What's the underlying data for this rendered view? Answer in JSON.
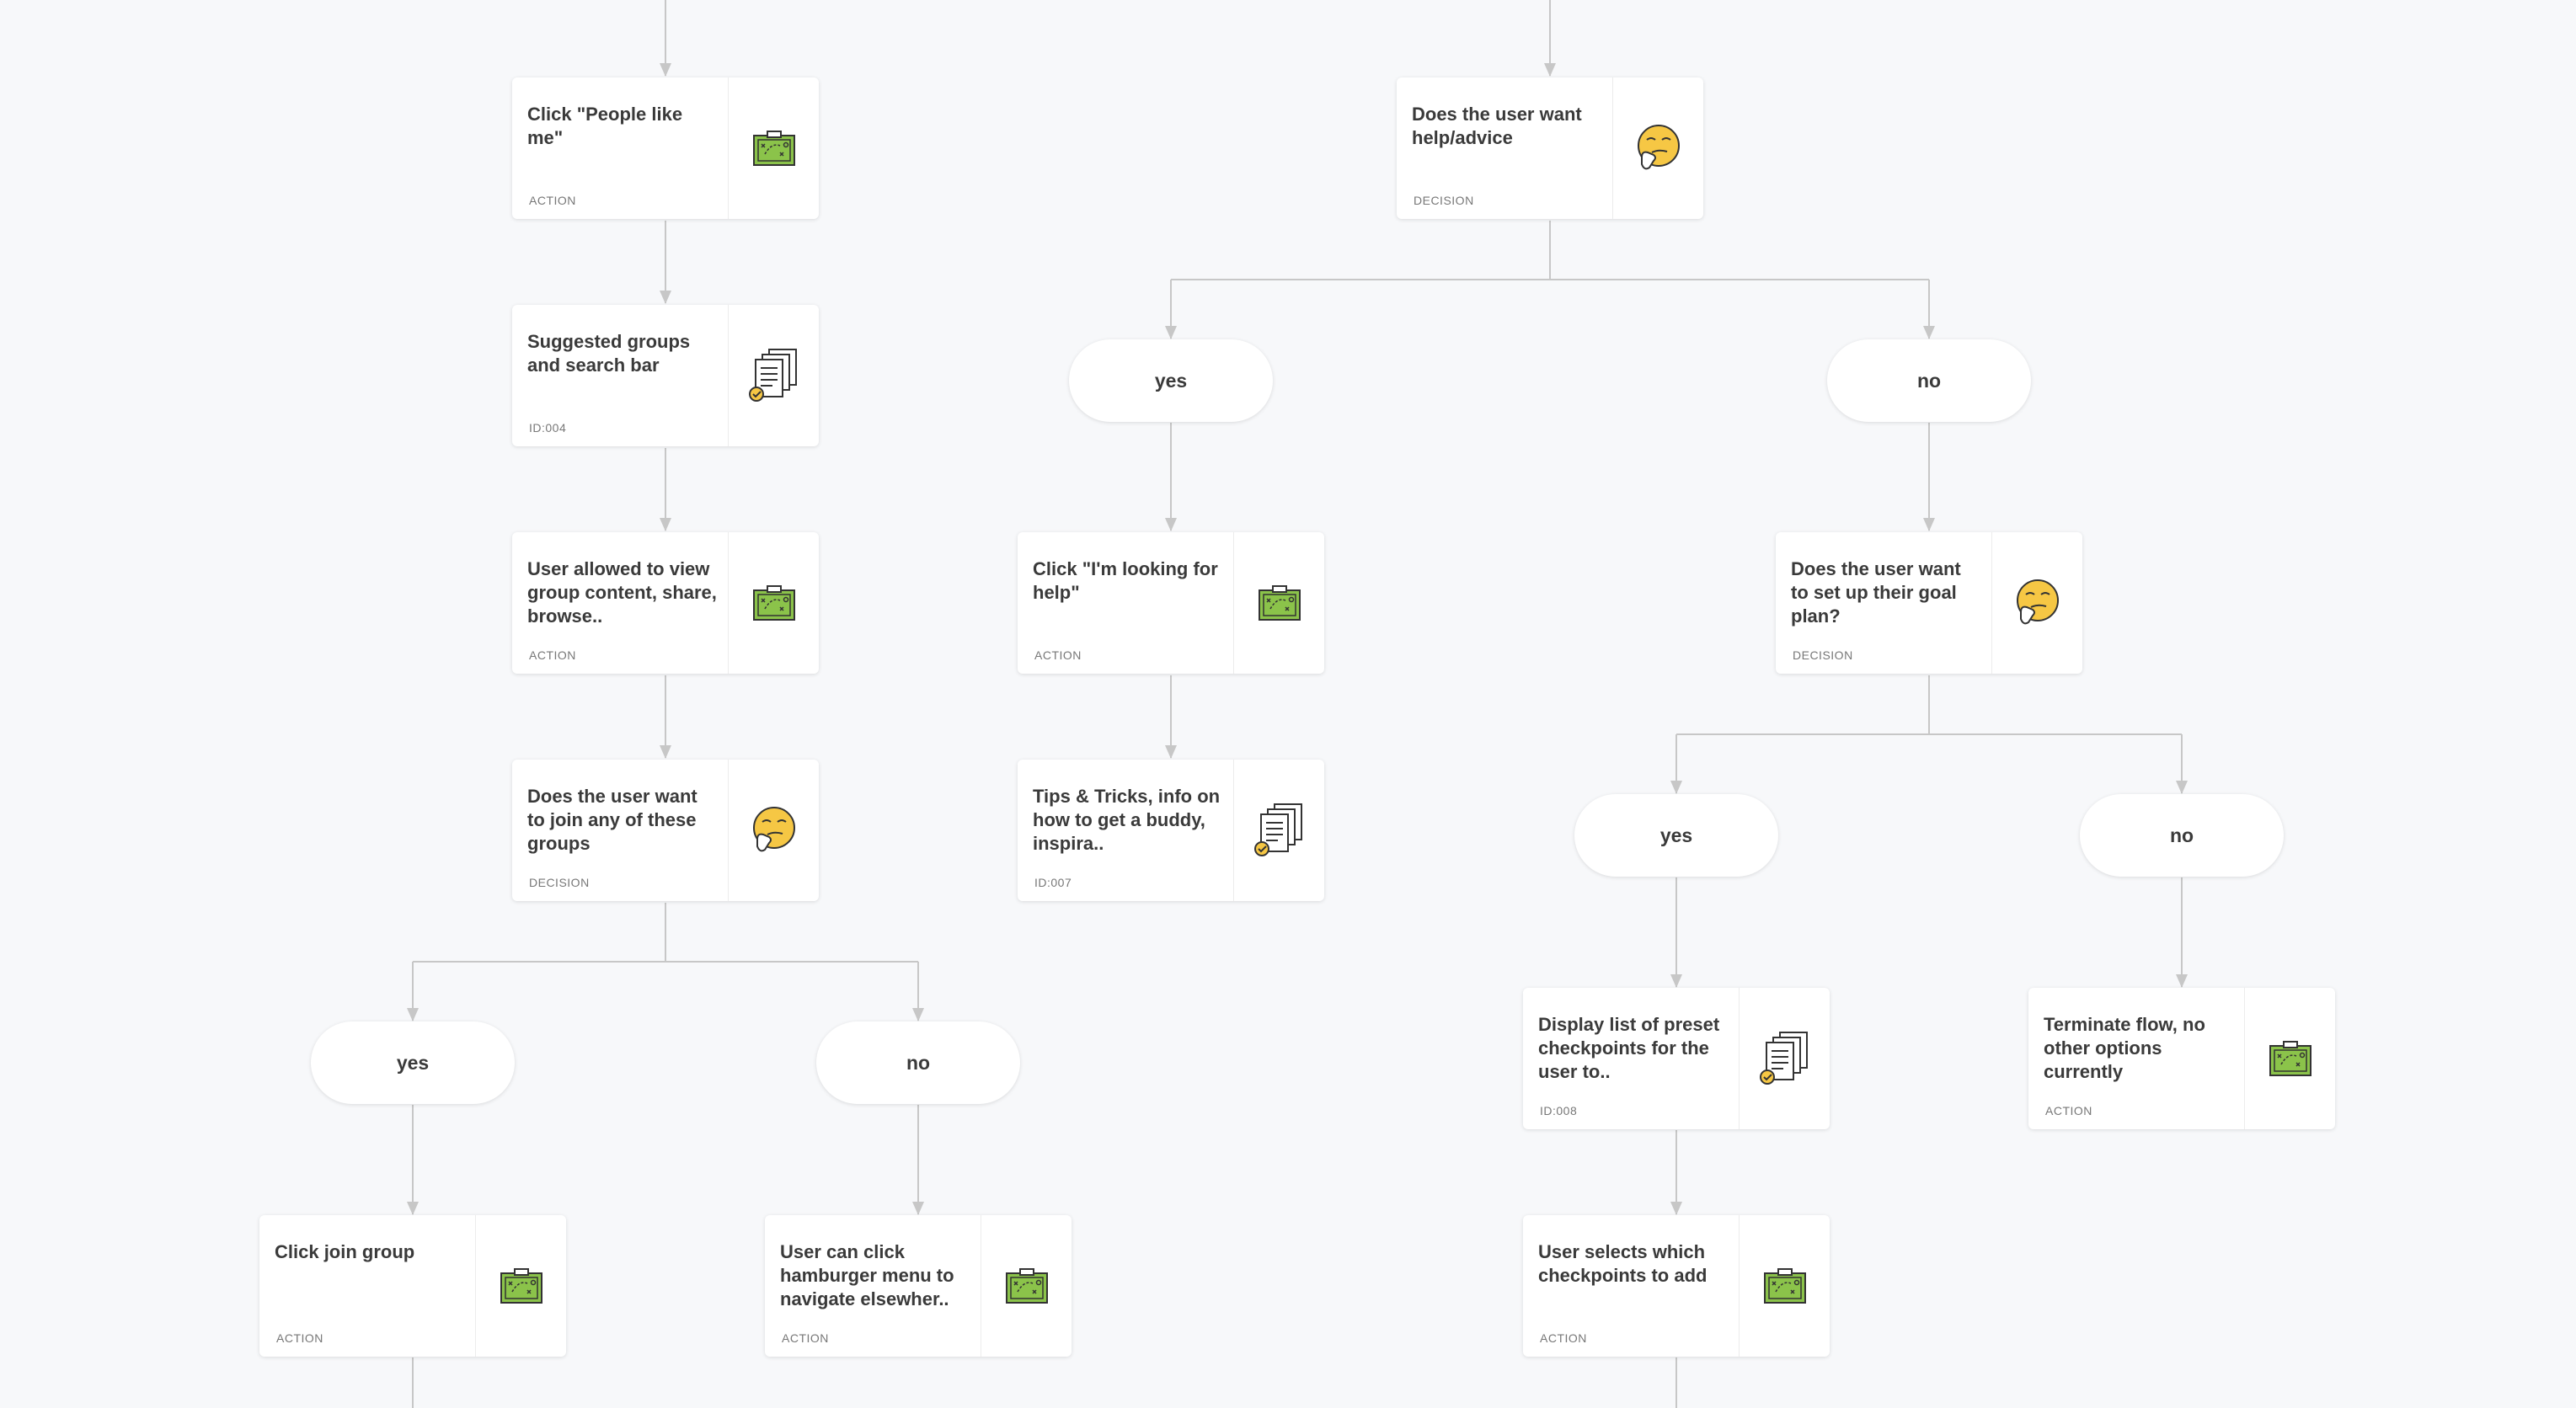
{
  "colors": {
    "background": "#f7f8fa",
    "connector": "#c7c7c7",
    "card": "#ffffff",
    "action_icon_green": "#8bc34a",
    "decision_icon_yellow": "#f6c744"
  },
  "nodes": {
    "people_like_me": {
      "title": "Click \"People like me\"",
      "tag": "ACTION",
      "icon": "clipboard-action-icon"
    },
    "suggested_groups": {
      "title": "Suggested groups and search bar",
      "tag": "ID:004",
      "icon": "documents-check-icon"
    },
    "view_group_content": {
      "title": "User allowed to view group content, share, browse..",
      "tag": "ACTION",
      "icon": "clipboard-action-icon"
    },
    "join_groups_q": {
      "title": "Does the user want to join any of these groups",
      "tag": "DECISION",
      "icon": "thinking-face-icon"
    },
    "yes_join": {
      "label": "yes"
    },
    "no_join": {
      "label": "no"
    },
    "click_join_group": {
      "title": "Click join group",
      "tag": "ACTION",
      "icon": "clipboard-action-icon"
    },
    "hamburger_menu": {
      "title": "User can click hamburger menu to navigate elsewher..",
      "tag": "ACTION",
      "icon": "clipboard-action-icon"
    },
    "help_advice_q": {
      "title": "Does the user want help/advice",
      "tag": "DECISION",
      "icon": "thinking-face-icon"
    },
    "yes_help": {
      "label": "yes"
    },
    "no_help": {
      "label": "no"
    },
    "looking_for_help": {
      "title": "Click \"I'm looking for help\"",
      "tag": "ACTION",
      "icon": "clipboard-action-icon"
    },
    "tips_tricks": {
      "title": "Tips & Tricks, info on how to get a buddy, inspira..",
      "tag": "ID:007",
      "icon": "documents-check-icon"
    },
    "goal_plan_q": {
      "title": "Does the user want to set up their goal plan?",
      "tag": "DECISION",
      "icon": "thinking-face-icon"
    },
    "yes_goal": {
      "label": "yes"
    },
    "no_goal": {
      "label": "no"
    },
    "preset_checkpoints": {
      "title": "Display list of preset checkpoints for the user to..",
      "tag": "ID:008",
      "icon": "documents-check-icon"
    },
    "terminate_flow": {
      "title": "Terminate flow, no other options currently",
      "tag": "ACTION",
      "icon": "clipboard-action-icon"
    },
    "select_checkpoints": {
      "title": "User selects which checkpoints to add",
      "tag": "ACTION",
      "icon": "clipboard-action-icon"
    }
  }
}
